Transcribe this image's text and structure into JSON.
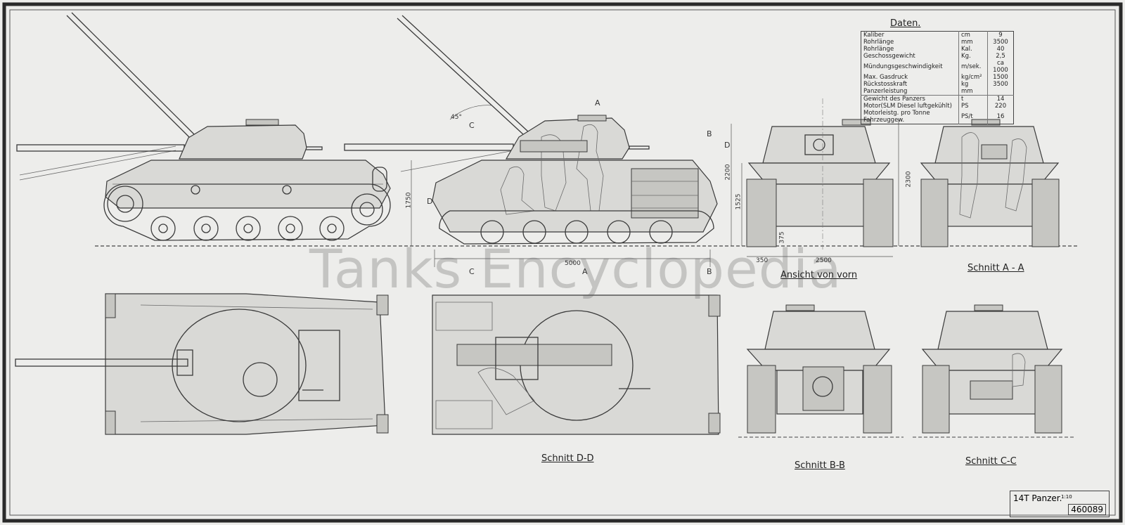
{
  "daten": {
    "title": "Daten.",
    "rows": [
      {
        "label": "Kaliber",
        "unit": "cm",
        "value": "9"
      },
      {
        "label": "Rohrlänge",
        "unit": "mm",
        "value": "3500"
      },
      {
        "label": "Rohrlänge",
        "unit": "Kal.",
        "value": "40"
      },
      {
        "label": "Geschossgewicht",
        "unit": "Kg.",
        "value": "2,5"
      },
      {
        "label": "Mündungsgeschwindigkeit",
        "unit": "m/sek.",
        "value": "ca 1000"
      },
      {
        "label": "Max. Gasdruck",
        "unit": "kg/cm²",
        "value": "1500"
      },
      {
        "label": "Rückstosskraft",
        "unit": "kg",
        "value": "3500"
      },
      {
        "label": "Panzerleistung",
        "unit": "mm",
        "value": ""
      },
      {
        "label": "Gewicht des Panzers",
        "unit": "t",
        "value": "14"
      },
      {
        "label": "Motor(SLM Diesel luftgekühlt)",
        "unit": "PS",
        "value": "220"
      },
      {
        "label": "Motorleistg. pro Tonne Fahrzeuggew.",
        "unit": "PS/t",
        "value": "16"
      }
    ]
  },
  "captions": {
    "front": "Ansicht von vorn",
    "section_aa": "Schnitt A - A",
    "section_dd": "Schnitt D-D",
    "section_bb": "Schnitt B-B",
    "section_cc": "Schnitt C-C"
  },
  "dimensions": {
    "d5000": "5000",
    "d1750": "1750",
    "d2200": "2200",
    "d1525": "1525",
    "d2300": "2300",
    "d375": "375",
    "d350": "350",
    "d2500": "2500",
    "angle45": "45°",
    "markA": "A",
    "markB": "B",
    "markC": "C",
    "markD": "D"
  },
  "title_block": {
    "name": "14T Panzer.",
    "number": "460089",
    "scale": "1:10"
  },
  "watermark": "Tanks Encyclopedia"
}
